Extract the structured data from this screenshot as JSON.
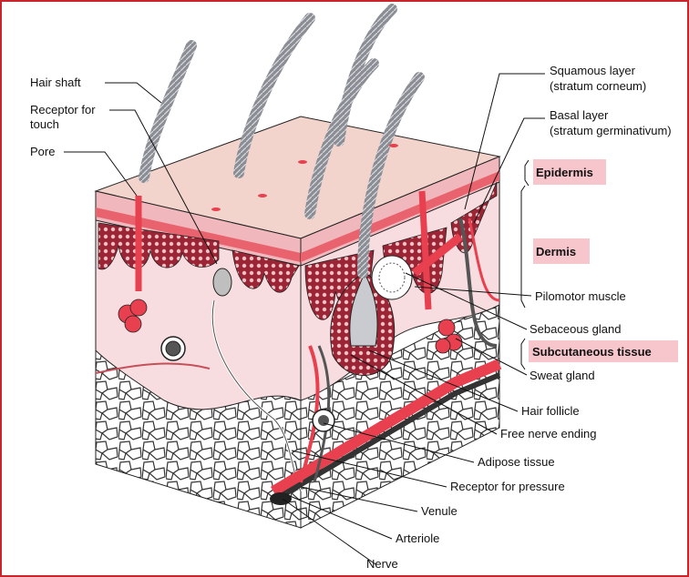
{
  "colors": {
    "frame": "#c8252c",
    "epidermis_top": "#f3d4cc",
    "epidermis_band": "#e8636e",
    "dermis": "#f7dde0",
    "papillae": "#9c2535",
    "vessel": "#e8404f",
    "hair": "#8a8d94",
    "adipose": "#ffffff",
    "layer_highlight": "#f6c6cc"
  },
  "labels": {
    "hair_shaft": "Hair shaft",
    "receptor_touch_1": "Receptor for",
    "receptor_touch_2": "touch",
    "pore": "Pore",
    "squamous_1": "Squamous layer",
    "squamous_2": "(stratum corneum)",
    "basal_1": "Basal layer",
    "basal_2": "(stratum germinativum)",
    "pilomotor": "Pilomotor muscle",
    "sebaceous": "Sebaceous  gland",
    "sweat": "Sweat gland",
    "hair_follicle": "Hair follicle",
    "free_nerve": "Free nerve ending",
    "adipose": "Adipose tissue",
    "receptor_pressure": "Receptor for pressure",
    "venule": "Venule",
    "arteriole": "Arteriole",
    "nerve": "Nerve"
  },
  "layers": {
    "epidermis": "Epidermis",
    "dermis": "Dermis",
    "subcutaneous": "Subcutaneous tissue"
  }
}
